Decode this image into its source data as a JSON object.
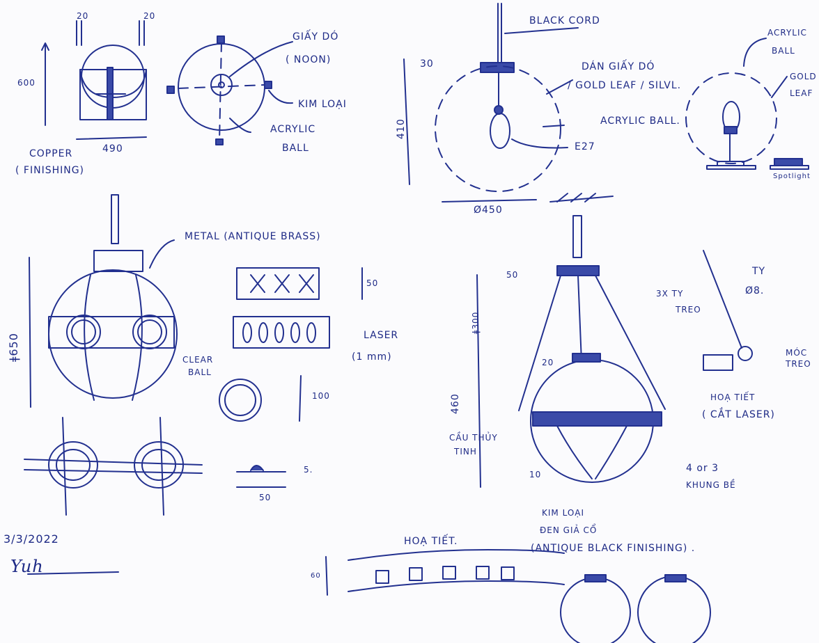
{
  "sketch_top_left": {
    "dim_left_20": "20",
    "dim_right_20": "20",
    "height": "600",
    "width": "490",
    "copper_1": "COPPER",
    "copper_2": "( FINISHING)",
    "giay_do_1": "GIẤY DÓ",
    "giay_do_2": "( NOON)",
    "kim_loai": "KIM LOẠI",
    "acrylic_1": "ACRYLIC",
    "acrylic_2": "BALL"
  },
  "sketch_top_center": {
    "black_cord": "BLACK CORD",
    "dim_30": "30",
    "height": "410",
    "dan_1": "DÁN GIẤY DÓ",
    "dan_2": "/ GOLD LEAF / SILVL.",
    "acrylic_ball": "ACRYLIC BALL.",
    "e27": "E27",
    "diameter": "Ø450"
  },
  "sketch_top_right": {
    "acrylic_1": "ACRYLIC",
    "acrylic_2": "BALL",
    "gold_1": "GOLD",
    "gold_2": "LEAF",
    "spotlight": "Spotlight"
  },
  "sketch_mid_left": {
    "metal": "METAL (ANTIQUE BRASS)",
    "dim_50": "50",
    "laser_1": "LASER",
    "laser_2": "(1 mm)",
    "clear_1": "CLEAR",
    "clear_2": "BALL",
    "height": "ǂ650",
    "dim_100": "100",
    "dim_5": "5.",
    "dim_50b": "50"
  },
  "signature_block": {
    "date": "3/3/2022",
    "signature": "Yuh"
  },
  "sketch_chandelier": {
    "dim_50": "50",
    "ty_treo_1": "3X TY",
    "ty_treo_2": "TREO",
    "ty_1": "TY",
    "ty_2": "Ø8.",
    "dim_300": "ǂ300",
    "dim_20": "20",
    "dim_460": "460",
    "moc_1": "MÓC",
    "moc_2": "TREO",
    "hoa_tiet_1": "HOẠ TIẾT",
    "hoa_tiet_2": "( CẮT LASER)",
    "cau_1": "CẦU THỦY",
    "cau_2": "TINH",
    "khung_1": "4 or 3",
    "khung_2": "KHUNG BỀ",
    "dim_10": "10",
    "kim_loai_1": "KIM LOẠI",
    "kim_loai_2": "ĐEN GIẢ CỔ",
    "finish": "(ANTIQUE BLACK FINISHING) ."
  },
  "sketch_bottom": {
    "hoa_tiet": "HOẠ TIẾT.",
    "dim_60": "60"
  },
  "colors": {
    "ink": "#22308f",
    "paper": "#fbfbfd"
  }
}
